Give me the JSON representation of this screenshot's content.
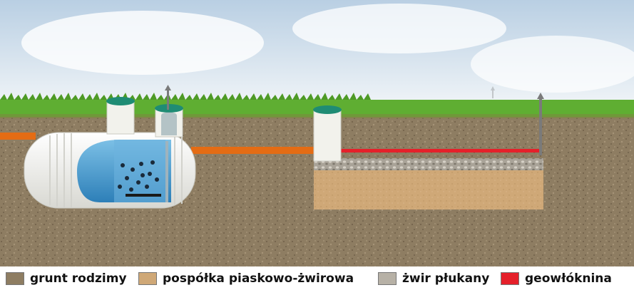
{
  "legend": {
    "items": [
      {
        "key": "native-soil",
        "label": "grunt rodzimy",
        "color": "#8e7d62"
      },
      {
        "key": "sand-gravel-bed",
        "label": "pospółka piaskowo-żwirowa",
        "color": "#cfa877"
      },
      {
        "key": "washed-gravel",
        "label": "żwir płukany",
        "color": "#b7b1a6"
      },
      {
        "key": "geotextile",
        "label": "geowłóknina",
        "color": "#e5202a"
      }
    ]
  },
  "colors": {
    "sky": "#dde9f2",
    "grass": "#5fae32",
    "soil": "#8e7d62",
    "tank": "#f3f3ef",
    "water": "#4f9fd0",
    "lid": "#1f8c74",
    "pipe": "#e46c14",
    "vent": "#7a7a7a"
  }
}
